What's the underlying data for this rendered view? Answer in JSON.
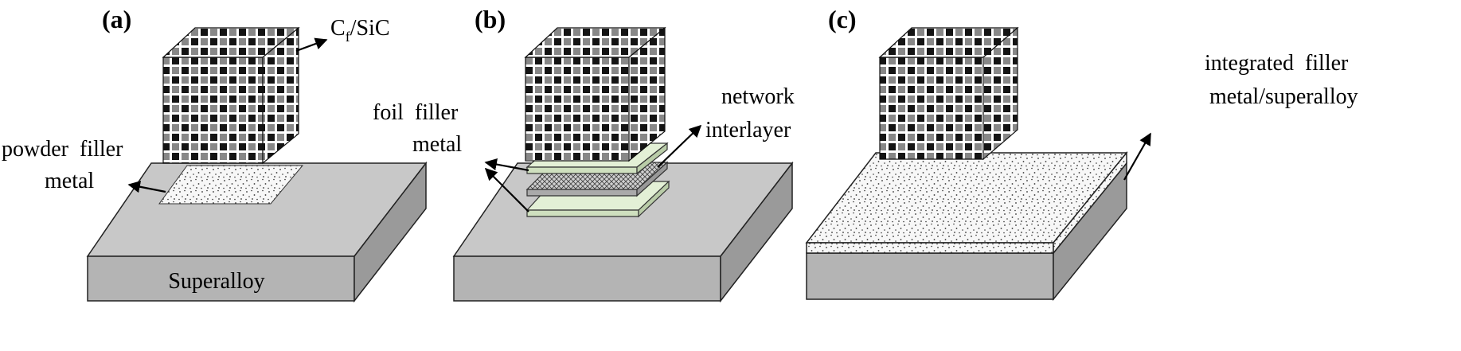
{
  "panels": [
    {
      "id": "a",
      "label": "(a)"
    },
    {
      "id": "b",
      "label": "(b)"
    },
    {
      "id": "c",
      "label": "(c)"
    }
  ],
  "labels": {
    "cfsic_c": "C",
    "cfsic_sub": "f",
    "cfsic_rest": "/SiC",
    "powder_line1": "powder  filler",
    "powder_line2": "metal",
    "superalloy": "Superalloy",
    "foil_line1": "foil  filler",
    "foil_line2": "metal",
    "network_line1": "network",
    "network_line2": "interlayer",
    "integrated_line1": "integrated  filler",
    "integrated_line2": "metal/superalloy"
  },
  "colors": {
    "superalloy_top": "#c8c8c8",
    "superalloy_front": "#b4b4b4",
    "superalloy_side": "#9a9a9a",
    "foil": "#e3f0d6",
    "powder": "#f2f2f2",
    "cube_dark": "#141414",
    "cube_light": "#ffffff"
  }
}
